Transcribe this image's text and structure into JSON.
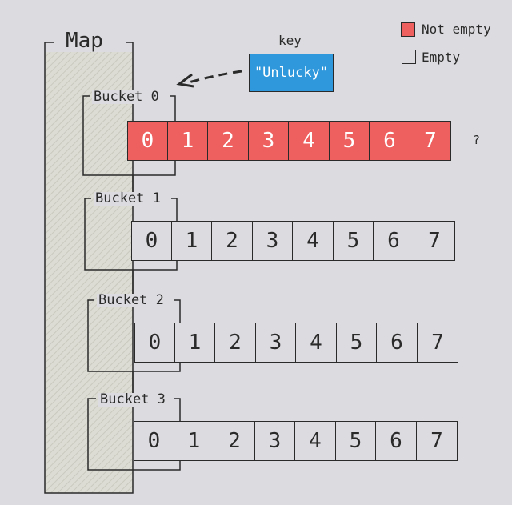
{
  "map_label": "Map",
  "key_label": "key",
  "key_value": "\"Unlucky\"",
  "question_mark": "?",
  "legend": {
    "not_empty": "Not empty",
    "empty": "Empty",
    "not_empty_color": "#ee5f5f",
    "empty_color": "#dcdce0"
  },
  "key_color": "#2f97db",
  "buckets": [
    {
      "label": "Bucket 0",
      "slots": [
        "0",
        "1",
        "2",
        "3",
        "4",
        "5",
        "6",
        "7"
      ],
      "filled": true
    },
    {
      "label": "Bucket 1",
      "slots": [
        "0",
        "1",
        "2",
        "3",
        "4",
        "5",
        "6",
        "7"
      ],
      "filled": false
    },
    {
      "label": "Bucket 2",
      "slots": [
        "0",
        "1",
        "2",
        "3",
        "4",
        "5",
        "6",
        "7"
      ],
      "filled": false
    },
    {
      "label": "Bucket 3",
      "slots": [
        "0",
        "1",
        "2",
        "3",
        "4",
        "5",
        "6",
        "7"
      ],
      "filled": false
    }
  ]
}
